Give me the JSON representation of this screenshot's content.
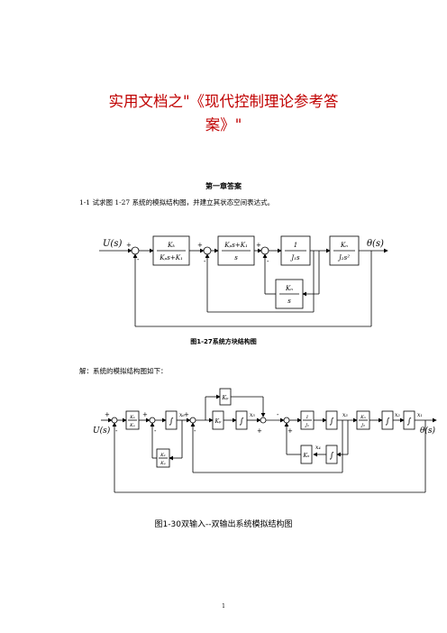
{
  "document": {
    "title_line1": "实用文档之\"《现代控制理论参考答",
    "title_line2": "案》\"",
    "chapter_heading": "第一章答案",
    "question": "1-1  试求图 1-27 系统的模拟结构图，并建立其状态空间表达式。",
    "solution_intro": "解：系统的模拟结构图如下：",
    "page_number": "1"
  },
  "figure1": {
    "caption": "图1-27系统方块结构图",
    "input_label": "U(s)",
    "output_label": "θ(s)",
    "blocks": [
      {
        "num": "Kₖ",
        "den": "Kₚs+K₁"
      },
      {
        "num": "Kₚs+K₁",
        "den": "s"
      },
      {
        "num": "1",
        "den": "J₁s"
      },
      {
        "num": "Kₙ",
        "den": "J₂s²"
      },
      {
        "num": "Kₙ",
        "den": "s"
      }
    ],
    "signs": [
      "+",
      "-",
      "+",
      "-",
      "+",
      "-"
    ]
  },
  "figure2": {
    "caption": "图1-30双输入--双输出系统模拟结构图",
    "input_label": "U(s)",
    "output_label": "θ(s)",
    "gain_kk_num": "Kₖ",
    "gain_kk_den": "Kₚ",
    "gain_k1_num": "K₁",
    "gain_k1_den": "Kₚ",
    "gain_kp": "Kₚ",
    "gain_top": "Kₚ",
    "gain_kn": "Kₙ",
    "gain_kn2": "Kₙ",
    "gain_j1_num": "1",
    "gain_j1_den": "J₁",
    "gain_j2_num": "Kₙ",
    "gain_j2_den": "J₂",
    "integrator": "∫",
    "state_labels": [
      "x₆",
      "x₅",
      "x₃",
      "x₂",
      "x₁",
      "x₄"
    ],
    "signs": [
      "+",
      "-",
      "+",
      "-",
      "+",
      "-",
      "+",
      "-",
      "+"
    ]
  }
}
